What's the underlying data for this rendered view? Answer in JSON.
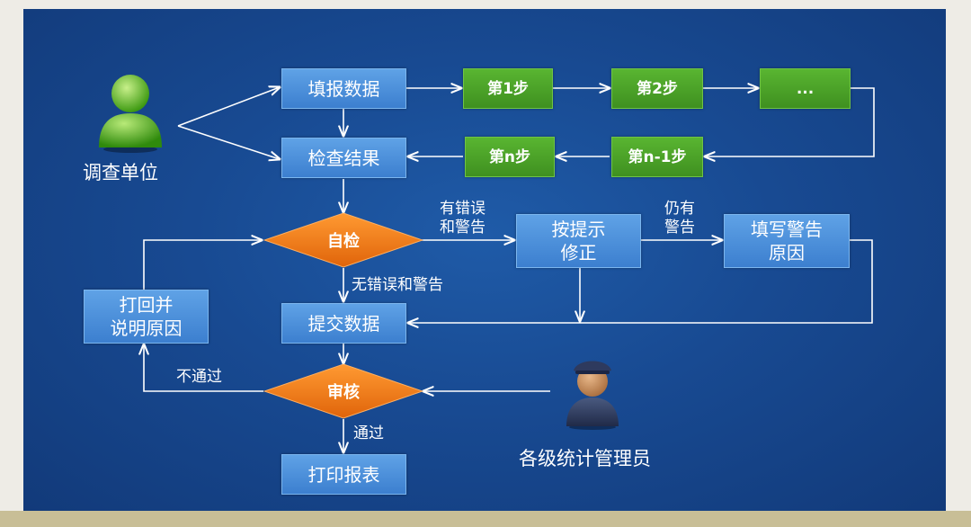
{
  "actors": {
    "survey_unit": "调查单位",
    "admin": "各级统计管理员"
  },
  "boxes": {
    "fill_data": "填报数据",
    "check_result": "检查结果",
    "submit_data": "提交数据",
    "print_report": "打印报表",
    "fix_by_hint_line1": "按提示",
    "fix_by_hint_line2": "修正",
    "fill_warning_line1": "填写警告",
    "fill_warning_line2": "原因",
    "return_explain_line1": "打回并",
    "return_explain_line2": "说明原因"
  },
  "steps": {
    "step1": "第1步",
    "step2": "第2步",
    "step_more": "...",
    "step_n1": "第n-1步",
    "step_n": "第n步"
  },
  "decisions": {
    "self_check": "自检",
    "review": "审核"
  },
  "edge_labels": {
    "has_error_line1": "有错误",
    "has_error_line2": "和警告",
    "still_warning_line1": "仍有",
    "still_warning_line2": "警告",
    "no_error": "无错误和警告",
    "not_pass": "不通过",
    "pass": "通过"
  },
  "colors": {
    "background": "#184a92",
    "blue_box": "#4a8edb",
    "green_box": "#4ea528",
    "diamond": "#f07a12",
    "connector": "#ffffff"
  }
}
